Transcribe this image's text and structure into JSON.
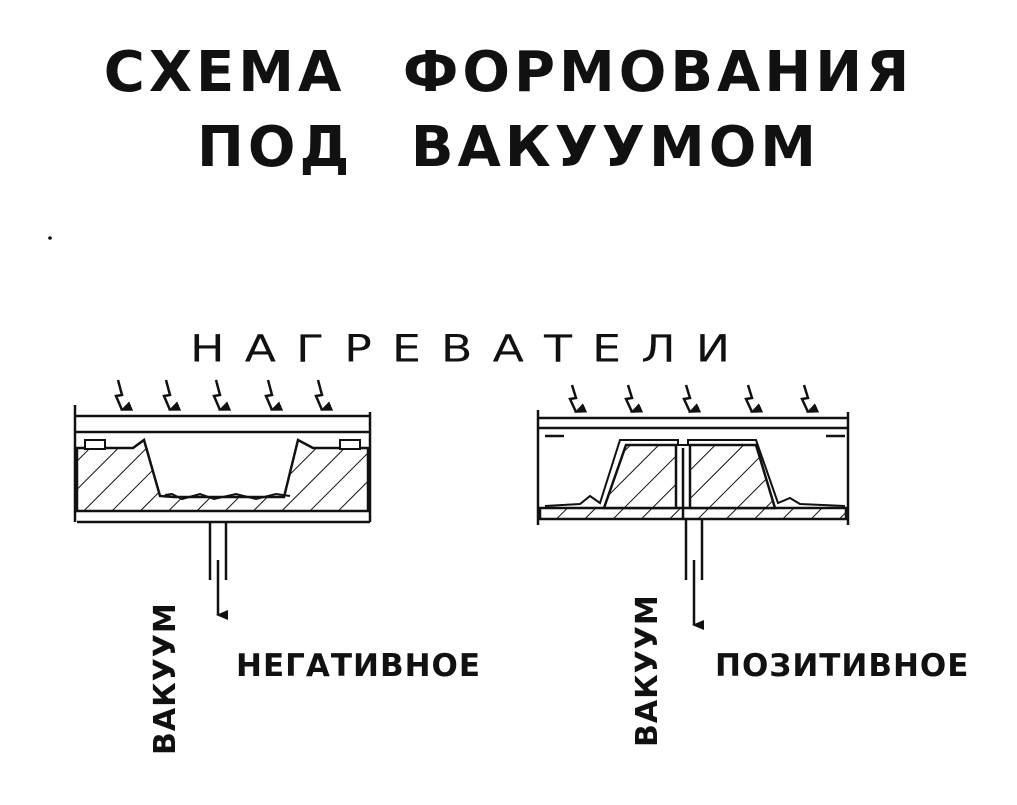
{
  "title": {
    "line1": "СХЕМА ФОРМОВАНИЯ",
    "line2": "ПОД ВАКУУМОМ"
  },
  "heaters_label": "НАГРЕВАТЕЛИ",
  "left_scheme": {
    "vacuum_label": "ВАКУУМ",
    "mode_label": "НЕГАТИВНОЕ"
  },
  "right_scheme": {
    "vacuum_label": "ВАКУУМ",
    "mode_label": "ПОЗИТИВНОЕ"
  },
  "colors": {
    "ink": "#111111",
    "paper": "#ffffff"
  }
}
